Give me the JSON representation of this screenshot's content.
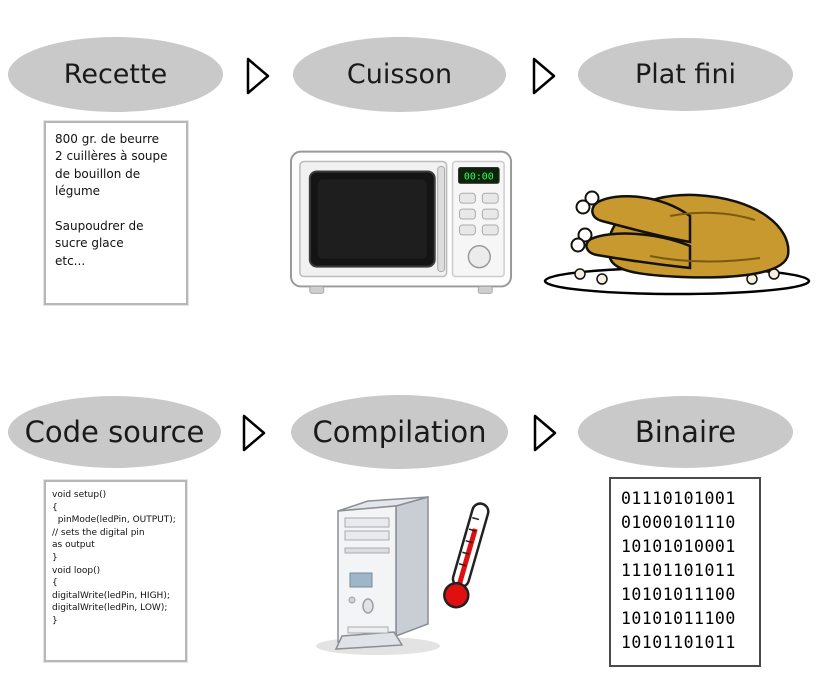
{
  "colors": {
    "ellipse_fill": "#c9c9c9",
    "chicken_gold": "#c8992e",
    "display_green": "#33ff55",
    "thermometer_red": "#e01010"
  },
  "cooking_row": {
    "stage_recette": "Recette",
    "stage_cuisson": "Cuisson",
    "stage_plat_fini": "Plat fini",
    "recipe_lines": [
      "800 gr. de beurre",
      "2 cuillères à soupe",
      "de bouillon de",
      "légume",
      "",
      "Saupoudrer de",
      "sucre glace",
      "etc..."
    ],
    "microwave_display": "00:00"
  },
  "programming_row": {
    "stage_code_source": "Code source",
    "stage_compilation": "Compilation",
    "stage_binaire": "Binaire",
    "code_lines": [
      "void setup()",
      "{",
      "  pinMode(ledPin, OUTPUT);",
      "// sets the digital pin",
      "as output",
      "}",
      "void loop()",
      "{",
      "digitalWrite(ledPin, HIGH);",
      "digitalWrite(ledPin, LOW);",
      "}"
    ],
    "binary_lines": [
      "01110101001",
      "01000101110",
      "10101010001",
      "11101101011",
      "10101011100",
      "10101011100",
      "10101101011"
    ]
  }
}
